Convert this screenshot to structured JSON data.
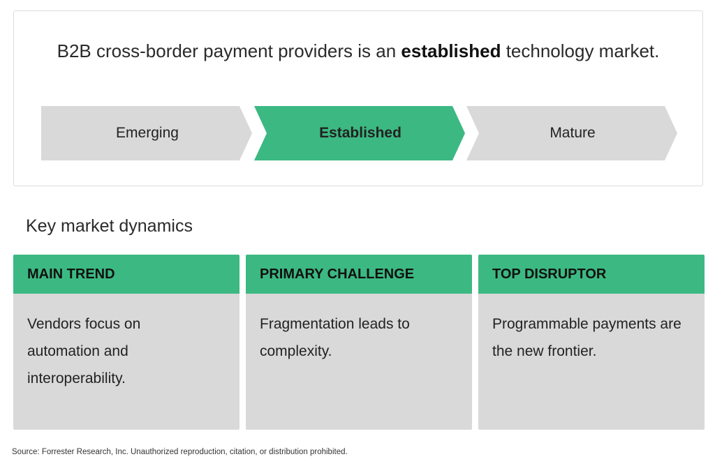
{
  "headline": {
    "prefix": "B2B cross-border payment providers is an ",
    "emphasis": "established",
    "suffix": " technology market."
  },
  "stages": [
    {
      "label": "Emerging",
      "active": false
    },
    {
      "label": "Established",
      "active": true
    },
    {
      "label": "Mature",
      "active": false
    }
  ],
  "colors": {
    "active": "#3cb982",
    "inactive": "#d9d9d9"
  },
  "dynamics": {
    "title": "Key market dynamics",
    "cards": [
      {
        "header": "MAIN TREND",
        "body": "Vendors focus on automation and interoperability."
      },
      {
        "header": "PRIMARY CHALLENGE",
        "body": "Fragmentation leads to complexity."
      },
      {
        "header": "TOP DISRUPTOR",
        "body": "Programmable payments are the new frontier."
      }
    ]
  },
  "source": "Source: Forrester Research, Inc. Unauthorized reproduction, citation, or distribution prohibited."
}
